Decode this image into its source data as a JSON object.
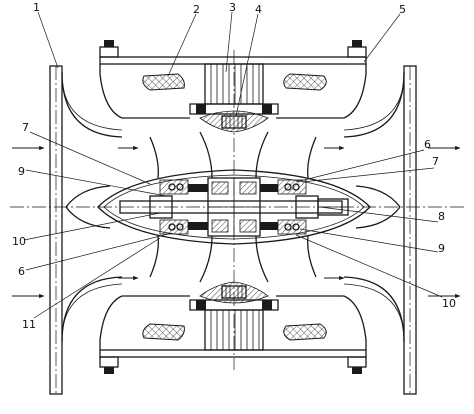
{
  "callouts": [
    {
      "id": "c1",
      "label": "1"
    },
    {
      "id": "c2",
      "label": "2"
    },
    {
      "id": "c3",
      "label": "3"
    },
    {
      "id": "c4",
      "label": "4"
    },
    {
      "id": "c5",
      "label": "5"
    },
    {
      "id": "c6a",
      "label": "6"
    },
    {
      "id": "c7a",
      "label": "7"
    },
    {
      "id": "c7b",
      "label": "7"
    },
    {
      "id": "c9a",
      "label": "9"
    },
    {
      "id": "c8",
      "label": "8"
    },
    {
      "id": "c10a",
      "label": "10"
    },
    {
      "id": "c9b",
      "label": "9"
    },
    {
      "id": "c6b",
      "label": "6"
    },
    {
      "id": "c11",
      "label": "11"
    },
    {
      "id": "c10b",
      "label": "10"
    }
  ],
  "colors": {
    "line": "#1a1a1a",
    "background": "#ffffff"
  }
}
